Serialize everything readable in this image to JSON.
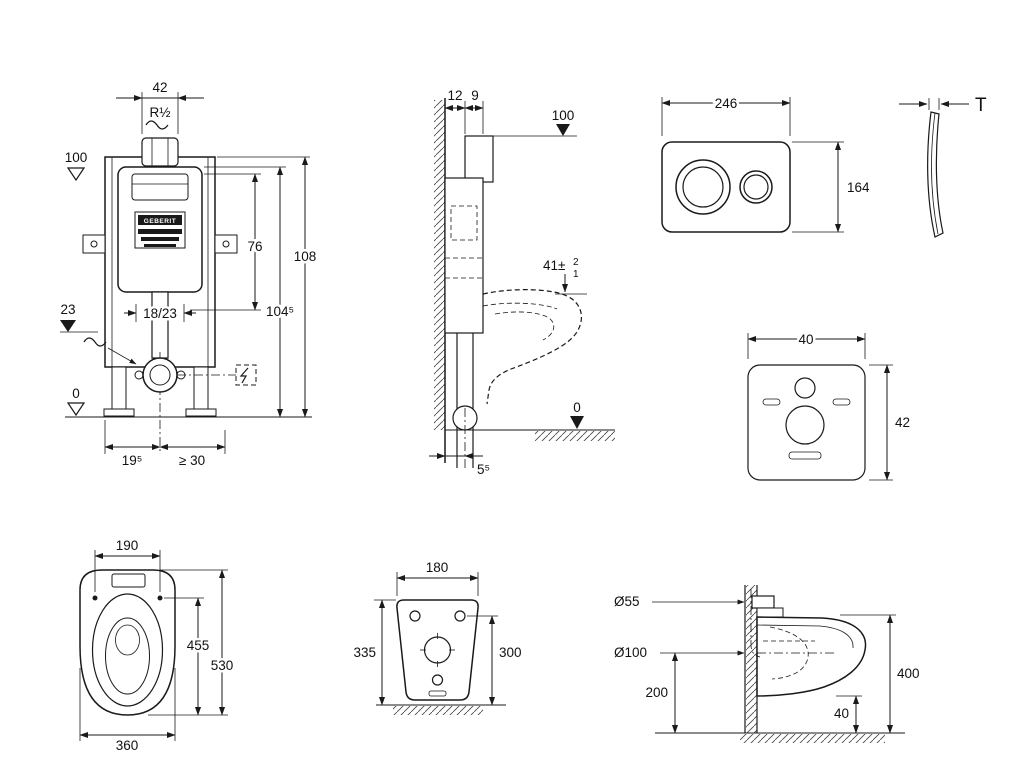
{
  "style": {
    "line_color": "#1a1a1a"
  },
  "cistern_front": {
    "brand": "GEBERIT",
    "dims": {
      "d42": "42",
      "r_half": "R½",
      "level100": "100",
      "d76": "76",
      "d104_5": "104⁵",
      "d108": "108",
      "d18_23": "18/23",
      "d23": "23",
      "zero": "0",
      "d19_5": "19⁵",
      "min30": "≥ 30"
    }
  },
  "cistern_side": {
    "dims": {
      "d12": "12",
      "d9": "9",
      "level100": "100",
      "d41": "41±",
      "tol_plus": "2",
      "tol_minus": "1",
      "zero": "0",
      "d5_5": "5⁵"
    }
  },
  "flush_plate": {
    "dims": {
      "width": "246",
      "height": "164"
    }
  },
  "flush_plate_profile": {
    "dims": {
      "thickness": "T"
    }
  },
  "sound_insulation": {
    "fill": "#ececec",
    "dims": {
      "width": "40",
      "height": "42"
    }
  },
  "wc_top": {
    "dims": {
      "d190": "190",
      "d455": "455",
      "d530": "530",
      "d360": "360"
    }
  },
  "wc_fixing_plate": {
    "dims": {
      "d180": "180",
      "d335": "335",
      "d300": "300"
    }
  },
  "wc_side": {
    "dims": {
      "flush_dia": "Ø55",
      "outlet_dia": "Ø100",
      "d200": "200",
      "d400": "400",
      "d40": "40"
    }
  }
}
